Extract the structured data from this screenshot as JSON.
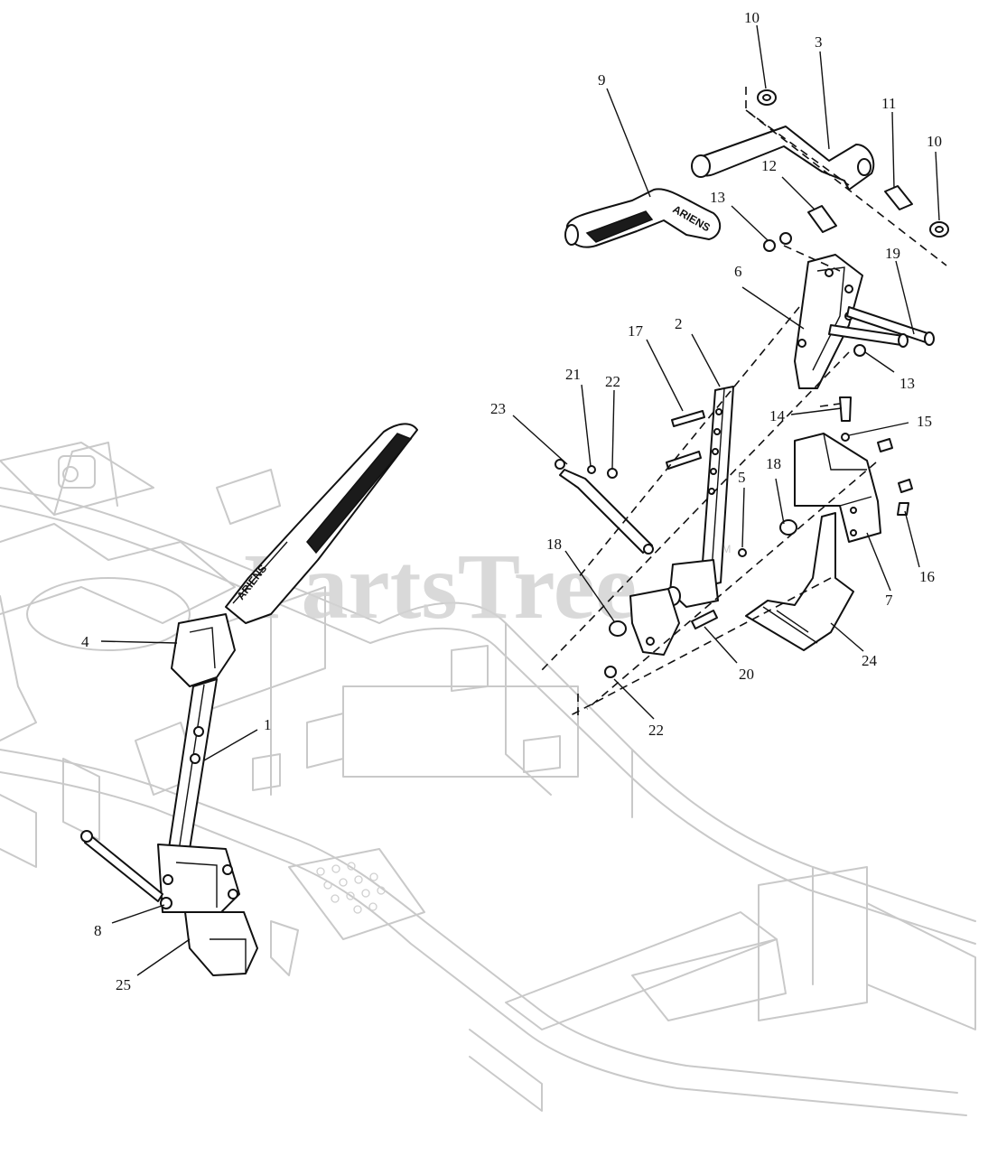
{
  "watermark": {
    "text": "PartsTree",
    "tm": "TM"
  },
  "brand_label": "ARIENS",
  "callouts": {
    "c1": "1",
    "c2": "2",
    "c3": "3",
    "c4": "4",
    "c5": "5",
    "c6": "6",
    "c7": "7",
    "c8": "8",
    "c9": "9",
    "c10a": "10",
    "c10b": "10",
    "c11": "11",
    "c12": "12",
    "c13a": "13",
    "c13b": "13",
    "c14": "14",
    "c15": "15",
    "c16": "16",
    "c17": "17",
    "c18a": "18",
    "c18b": "18",
    "c19": "19",
    "c20": "20",
    "c21": "21",
    "c22a": "22",
    "c22b": "22",
    "c23": "23",
    "c24": "24",
    "c25": "25"
  }
}
